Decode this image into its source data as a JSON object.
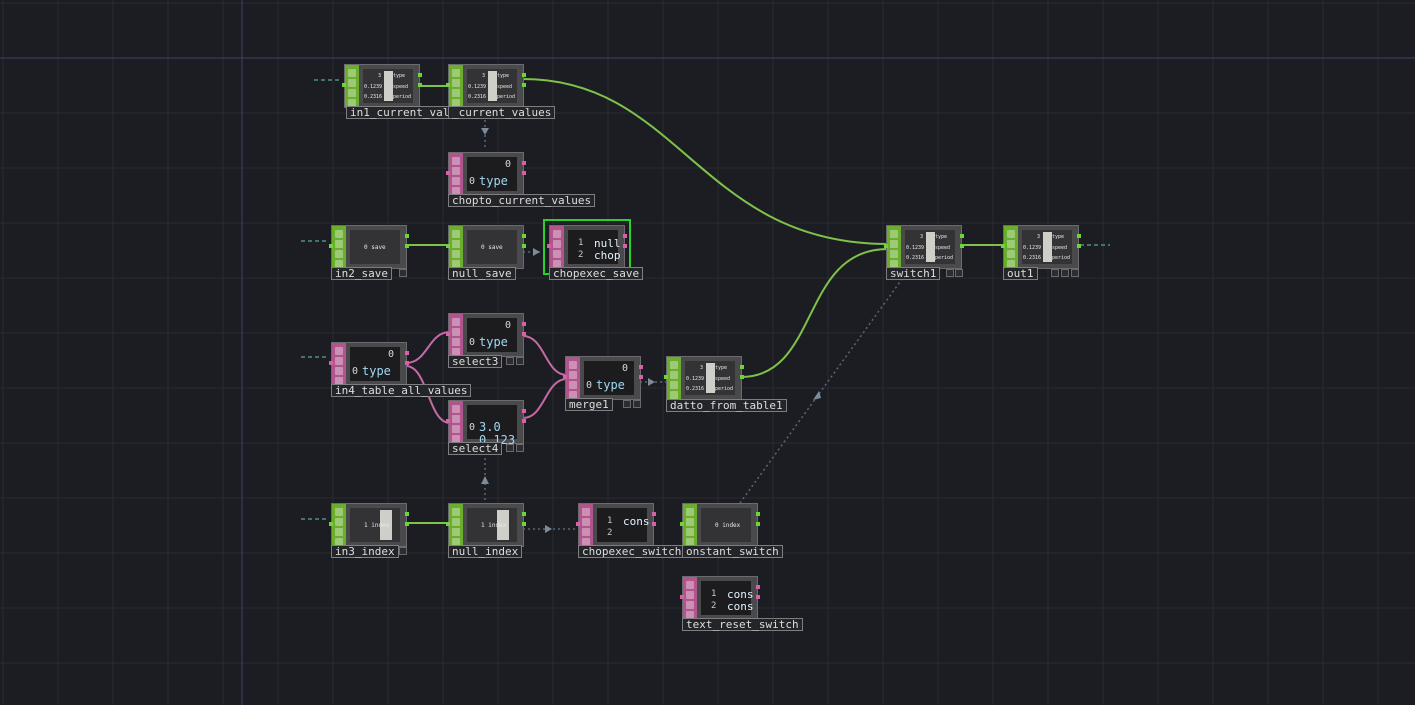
{
  "colors": {
    "background": "#1c1d22",
    "grid_line": "#2a2b33",
    "chop_accent": "#6bae2e",
    "dat_accent": "#b0558d",
    "chop_wire": "#7ec24a",
    "dat_wire": "#c46aa6",
    "link_dotted": "#5c6675",
    "selection": "#2bd02b"
  },
  "nodes": {
    "in1_current_values": {
      "label": "in1_current_values",
      "index": "3",
      "param_rows": [
        "0.1239",
        "0.2316"
      ],
      "chan_names": [
        "type",
        "speed",
        "period"
      ]
    },
    "null_current_values": {
      "label": "_current_values",
      "index": "3",
      "param_rows": [
        "0.1239",
        "0.2316"
      ],
      "chan_names": [
        "type",
        "speed",
        "period"
      ]
    },
    "chopto_current_values": {
      "label": "chopto_current_values",
      "top_num": "0",
      "row_num": "0",
      "cell": "type"
    },
    "in2_save": {
      "label": "in2_save",
      "value": "0 save"
    },
    "null_save": {
      "label": "null_save",
      "value": "0 save"
    },
    "chopexec_save": {
      "label": "chopexec_save",
      "rows": [
        "1",
        "2"
      ],
      "lines": [
        "null",
        "chop"
      ]
    },
    "switch1": {
      "label": "switch1",
      "index": "3",
      "param_rows": [
        "0.1239",
        "0.2316"
      ],
      "chan_names": [
        "type",
        "speed",
        "period"
      ]
    },
    "out1": {
      "label": "out1",
      "index": "3",
      "param_rows": [
        "0.1239",
        "0.2316"
      ],
      "chan_names": [
        "type",
        "speed",
        "period"
      ]
    },
    "in4_table_all_values": {
      "label": "in4_table_all_values",
      "top_num": "0",
      "row_num": "0",
      "cell": "type"
    },
    "select3": {
      "label": "select3",
      "top_num": "0",
      "row_num": "0",
      "cell": "type"
    },
    "select4": {
      "label": "select4",
      "row_num": "0",
      "cell": "3.0",
      "cell2": "0.123"
    },
    "merge1": {
      "label": "merge1",
      "top_num": "0",
      "row_num": "0",
      "cell": "type"
    },
    "datto_from_table1": {
      "label": "datto_from_table1",
      "index": "3",
      "param_rows": [
        "0.1239",
        "0.2316"
      ],
      "chan_names": [
        "type",
        "speed",
        "period"
      ]
    },
    "in3_index": {
      "label": "in3_index",
      "value": "1 index"
    },
    "null_index": {
      "label": "null_index",
      "value": "1 index"
    },
    "chopexec_switch": {
      "label": "chopexec_switch",
      "rows": [
        "1",
        "2"
      ],
      "lines": [
        "cons",
        ""
      ]
    },
    "constant_switch": {
      "label": "onstant_switch",
      "value": "0 index"
    },
    "text_reset_switch": {
      "label": "text_reset_switch",
      "rows": [
        "1",
        "2"
      ],
      "lines": [
        "cons",
        "cons"
      ]
    }
  }
}
